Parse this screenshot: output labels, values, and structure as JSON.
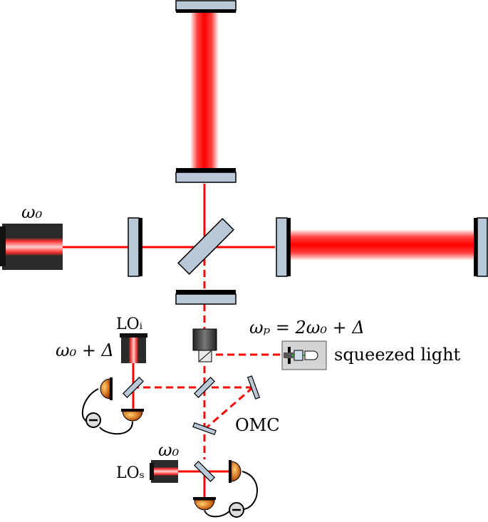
{
  "labels": {
    "laser_freq": "ω₀",
    "lo_i": "LOᵢ",
    "lo_i_freq": "ω₀ + Δ",
    "pump": "ωₚ = 2ω₀ + Δ",
    "squeezed": "squeezed light",
    "omc": "OMC",
    "lo_s_freq": "ω₀",
    "lo_s": "LOₛ"
  },
  "colors": {
    "beam": "#ff0000",
    "mirror_face": "#b4c6d4",
    "mirror_edge": "#000000",
    "laser_body": "#2d2d2d",
    "pump_beam": "#22cc22",
    "detector": "#e0a040"
  },
  "icons": [
    "laser-icon",
    "mirror-icon",
    "beam-splitter-icon",
    "photodetector-icon",
    "subtractor-icon",
    "faraday-isolator-icon",
    "squeezer-icon"
  ]
}
